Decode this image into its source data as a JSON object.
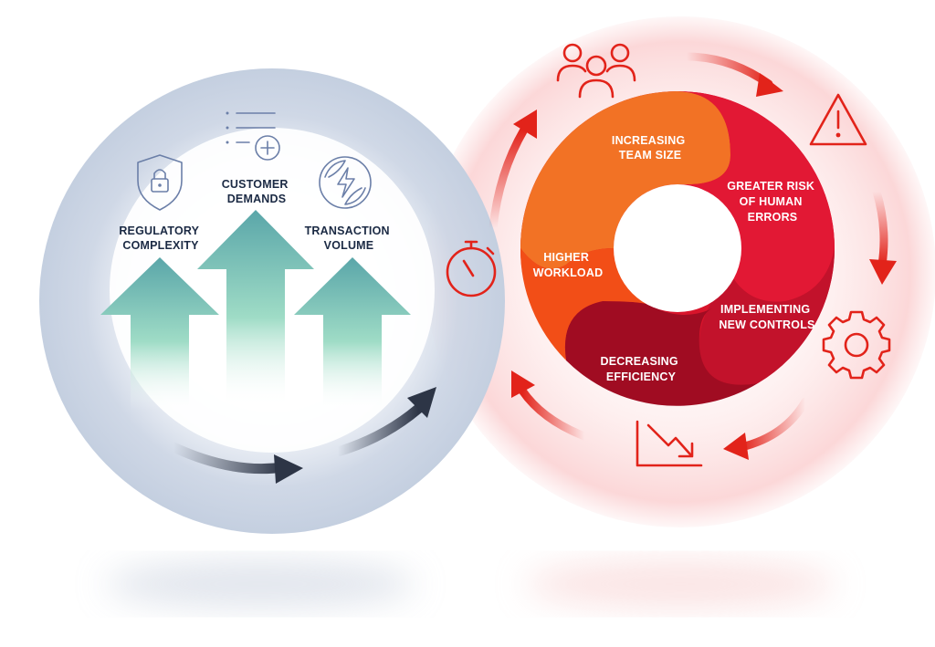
{
  "left_panel": {
    "drivers": [
      {
        "line1": "REGULATORY",
        "line2": "COMPLEXITY",
        "icon": "shield-lock-icon"
      },
      {
        "line1": "CUSTOMER",
        "line2": "DEMANDS",
        "icon": "checklist-plus-icon"
      },
      {
        "line1": "TRANSACTION",
        "line2": "VOLUME",
        "icon": "energy-leaf-icon"
      }
    ]
  },
  "cycle": {
    "segments": [
      {
        "line1": "INCREASING",
        "line2": "TEAM SIZE",
        "line3": "",
        "color": "#f2671f"
      },
      {
        "line1": "GREATER RISK",
        "line2": "OF HUMAN",
        "line3": "ERRORS",
        "color": "#e0192d"
      },
      {
        "line1": "IMPLEMENTING",
        "line2": "NEW CONTROLS",
        "line3": "",
        "color": "#c4102a"
      },
      {
        "line1": "DECREASING",
        "line2": "EFFICIENCY",
        "line3": "",
        "color": "#9e0b1f"
      },
      {
        "line1": "HIGHER",
        "line2": "WORKLOAD",
        "line3": "",
        "color": "#f24a16"
      }
    ],
    "outer_icons": [
      "team-icon",
      "warning-icon",
      "gear-icon",
      "trend-down-icon",
      "stopwatch-icon"
    ]
  },
  "colors": {
    "accent_red": "#e2231a",
    "navy": "#1b2a44",
    "arrow_teal": "#7fc9b5"
  }
}
